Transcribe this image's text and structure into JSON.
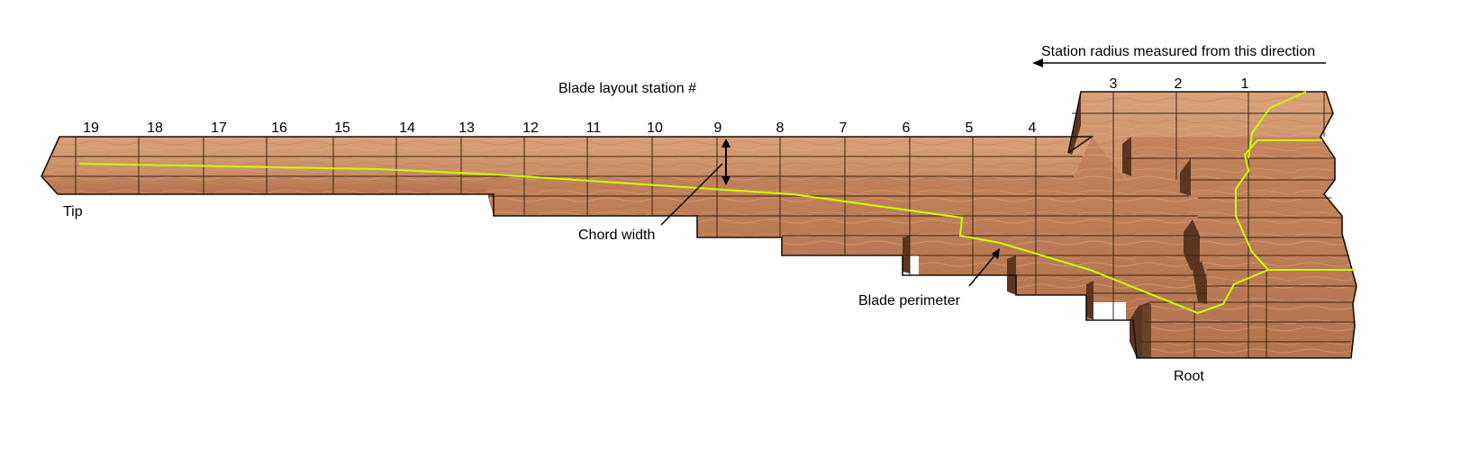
{
  "labels": {
    "direction": "Station radius measured from this direction",
    "stations_title": "Blade layout station #",
    "chord": "Chord width",
    "perimeter": "Blade perimeter",
    "tip": "Tip",
    "root": "Root"
  },
  "stations": [
    "1",
    "2",
    "3",
    "4",
    "5",
    "6",
    "7",
    "8",
    "9",
    "10",
    "11",
    "12",
    "13",
    "14",
    "15",
    "16",
    "17",
    "18",
    "19"
  ],
  "colors": {
    "wood_light": "#d49a72",
    "wood_mid": "#c4845c",
    "wood_dark": "#a86a44",
    "wood_shadow": "#5a3620",
    "perimeter_line": "#c8ff00"
  },
  "icons": [
    "arrow-left-icon",
    "double-arrow-icon",
    "pointer-arrow-icon"
  ]
}
